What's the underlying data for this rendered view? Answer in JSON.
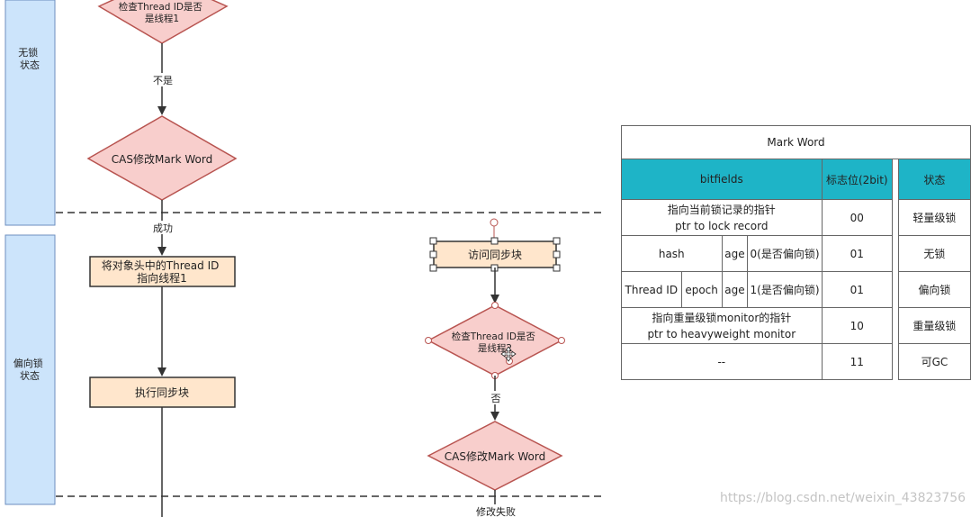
{
  "sidebar": {
    "lock_free_state": "无锁\n状态",
    "biased_lock_state": "偏向锁\n状态"
  },
  "flow_left": {
    "check_thread_id": [
      "检查Thread ID是否",
      "是线程1"
    ],
    "label_not": "不是",
    "cas_modify": "CAS修改Mark Word",
    "label_success": "成功",
    "set_thread_id": [
      "将对象头中的Thread ID",
      "指向线程1"
    ],
    "exec_sync": "执行同步块"
  },
  "flow_right": {
    "access_sync": "访问同步块",
    "check_thread_id": [
      "检查Thread ID是否",
      "是线程2"
    ],
    "label_no": "否",
    "cas_modify": "CAS修改Mark Word",
    "label_fail": "修改失败"
  },
  "mark_word_table": {
    "title": "Mark Word",
    "headers": [
      "bitfields",
      "标志位(2bit)",
      "状态"
    ],
    "rows": [
      {
        "bitfields": [
          "指向当前锁记录的指针",
          "ptr to lock record"
        ],
        "flag": "00",
        "state": "轻量级锁"
      },
      {
        "hash": "hash",
        "age": "age",
        "biased": "0(是否偏向锁)",
        "flag": "01",
        "state": "无锁"
      },
      {
        "thread_id": "Thread ID",
        "epoch": "epoch",
        "age": "age",
        "biased": "1(是否偏向锁)",
        "flag": "01",
        "state": "偏向锁"
      },
      {
        "bitfields": [
          "指向重量级锁monitor的指针",
          "ptr to heavyweight monitor"
        ],
        "flag": "10",
        "state": "重量级锁"
      },
      {
        "bitfields": [
          "--"
        ],
        "flag": "11",
        "state": "可GC"
      }
    ]
  },
  "watermark": "https://blog.csdn.net/weixin_43823756",
  "colors": {
    "sidebar_fill": "#cce4fb",
    "diamond_fill": "#f8cecc",
    "process_fill": "#ffe6cc",
    "table_header": "#1eb4c7",
    "state_cell": "#d9d9d9"
  }
}
